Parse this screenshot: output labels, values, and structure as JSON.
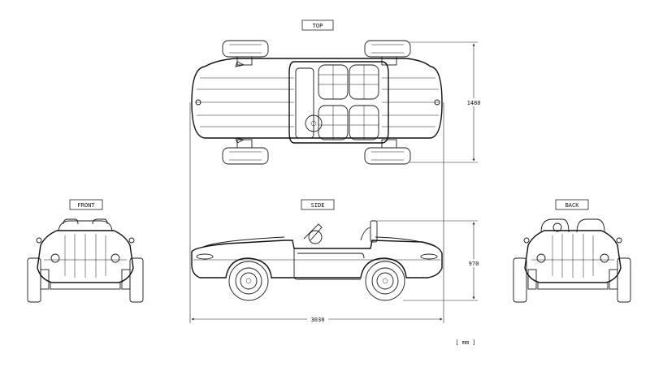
{
  "views": {
    "top": "TOP",
    "front": "FRONT",
    "side": "SIDE",
    "back": "BACK"
  },
  "dimensions": {
    "width": "1480",
    "height": "970",
    "length": "3030"
  },
  "unit": "[ mm ]"
}
